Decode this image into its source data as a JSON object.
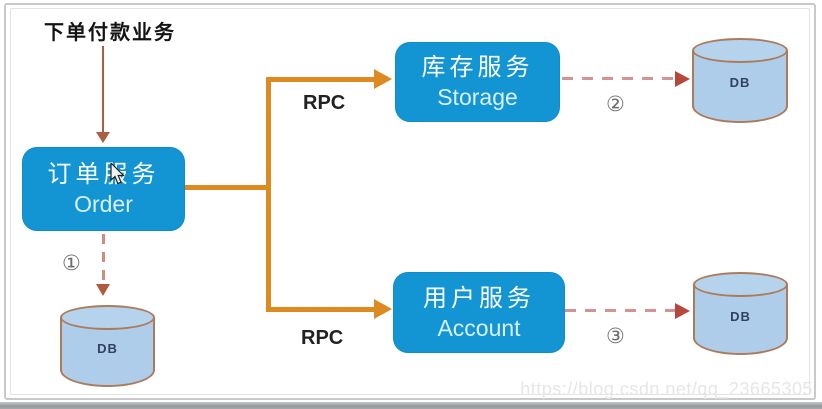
{
  "title": "下单付款业务",
  "services": {
    "order": {
      "name_zh": "订单服务",
      "name_en": "Order"
    },
    "storage": {
      "name_zh": "库存服务",
      "name_en": "Storage"
    },
    "account": {
      "name_zh": "用户服务",
      "name_en": "Account"
    }
  },
  "rpc": {
    "top_label": "RPC",
    "bottom_label": "RPC"
  },
  "steps": {
    "one": "①",
    "two": "②",
    "three": "③"
  },
  "databases": {
    "order_db": "DB",
    "storage_db": "DB",
    "account_db": "DB"
  },
  "watermark": "https://blog.csdn.net/qq_23665305",
  "colors": {
    "service_box": "#1295d2",
    "service_text": "#ffffff",
    "service_subtext": "#d9f0fc",
    "db_fill": "#aecdea",
    "db_stroke": "#ad7a5a",
    "rpc_line": "#dd8a20",
    "solid_arrow": "#a85f42",
    "dashed_line": "#d49392",
    "dashed_arrowhead": "#b5483a"
  }
}
